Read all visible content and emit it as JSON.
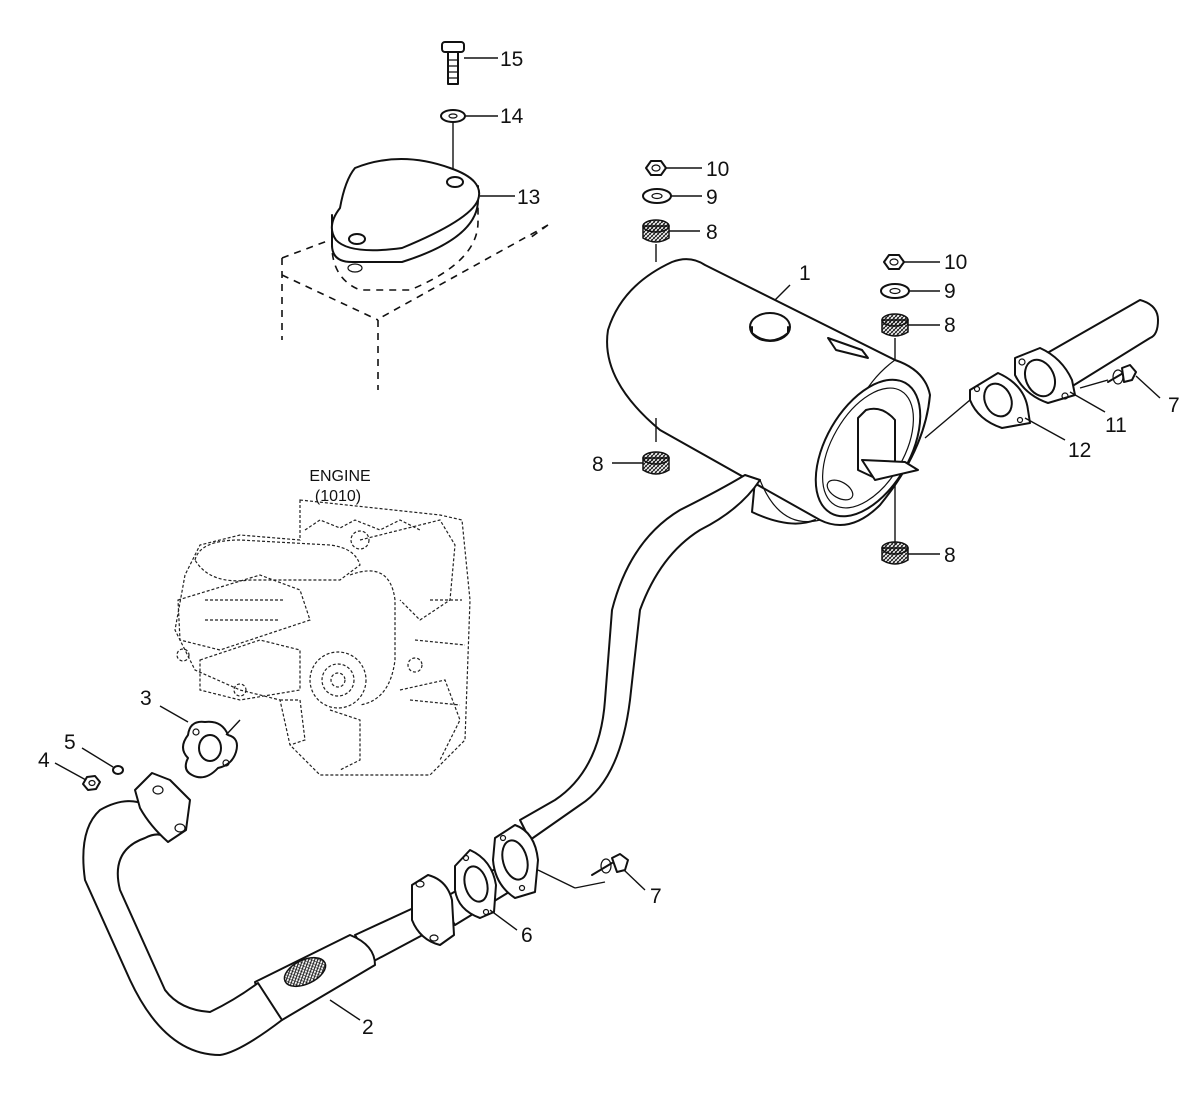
{
  "engine_label": {
    "line1": "ENGINE",
    "line2": "(1010)"
  },
  "callouts": {
    "c1": "1",
    "c2": "2",
    "c3": "3",
    "c4": "4",
    "c5": "5",
    "c6": "6",
    "c7a": "7",
    "c7b": "7",
    "c8a": "8",
    "c8b": "8",
    "c8c": "8",
    "c8d": "8",
    "c9a": "9",
    "c9b": "9",
    "c10a": "10",
    "c10b": "10",
    "c11": "11",
    "c12": "12",
    "c13": "13",
    "c14": "14",
    "c15": "15"
  }
}
